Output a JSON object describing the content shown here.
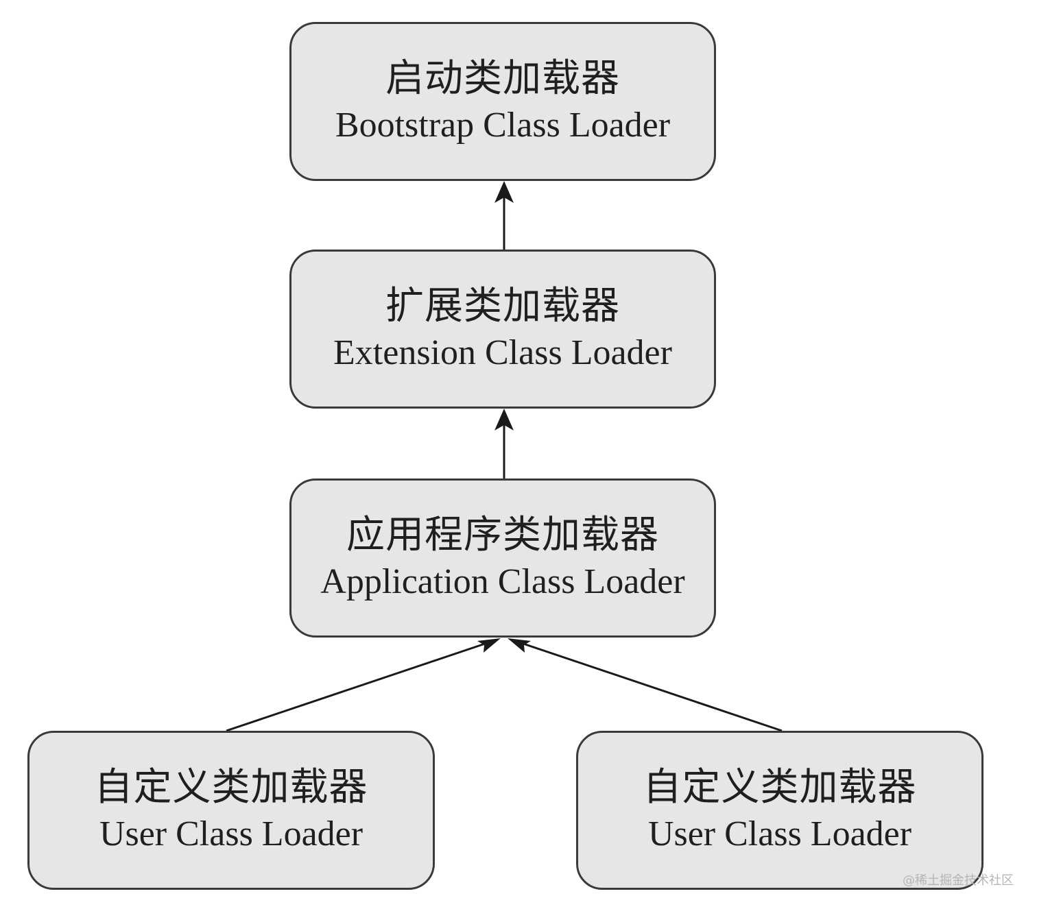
{
  "nodes": {
    "bootstrap": {
      "zh": "启动类加载器",
      "en": "Bootstrap Class Loader"
    },
    "extension": {
      "zh": "扩展类加载器",
      "en": "Extension Class Loader"
    },
    "application": {
      "zh": "应用程序类加载器",
      "en": "Application Class Loader"
    },
    "user_left": {
      "zh": "自定义类加载器",
      "en": "User Class Loader"
    },
    "user_right": {
      "zh": "自定义类加载器",
      "en": "User Class Loader"
    }
  },
  "edges": [
    {
      "from": "extension",
      "to": "bootstrap"
    },
    {
      "from": "application",
      "to": "extension"
    },
    {
      "from": "user_left",
      "to": "application"
    },
    {
      "from": "user_right",
      "to": "application"
    }
  ],
  "watermark": "@稀土掘金技术社区",
  "colors": {
    "box_fill": "#e6e6e6",
    "box_border": "#3a3a3a",
    "arrow": "#1a1a1a"
  }
}
